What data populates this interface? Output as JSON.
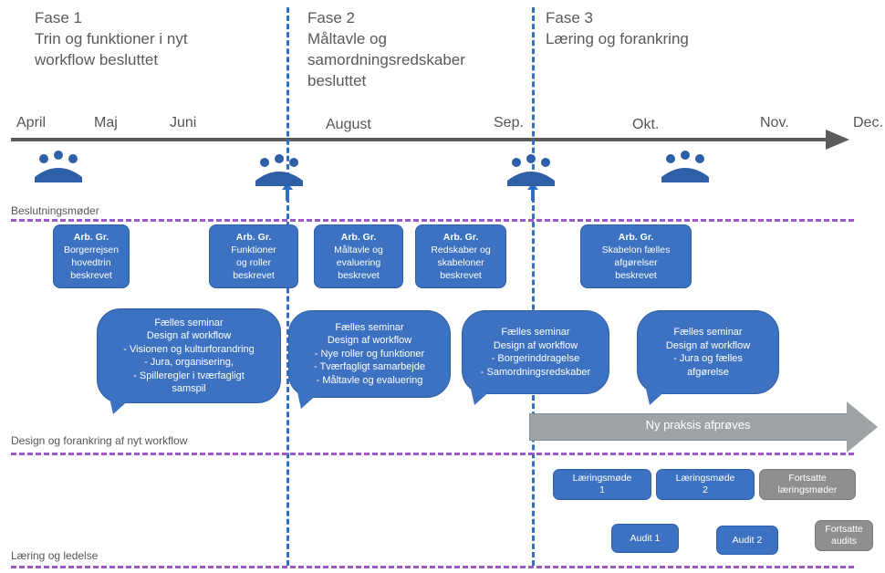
{
  "phases": [
    {
      "title": "Fase 1",
      "line1": "Trin og funktioner i nyt",
      "line2": "workflow besluttet",
      "line3": ""
    },
    {
      "title": "Fase 2",
      "line1": "Måltavle og",
      "line2": "samordningsredskaber",
      "line3": "besluttet"
    },
    {
      "title": "Fase 3",
      "line1": "Læring og forankring",
      "line2": "",
      "line3": ""
    }
  ],
  "months": [
    "April",
    "Maj",
    "Juni",
    "August",
    "Sep.",
    "Okt.",
    "Nov.",
    "Dec."
  ],
  "row_labels": {
    "beslutning": "Beslutningsmøder",
    "design": "Design og forankring af nyt workflow",
    "laering": "Læring og ledelse"
  },
  "icons": [
    "meeting-group-icon",
    "meeting-group-icon",
    "meeting-group-icon",
    "meeting-group-icon"
  ],
  "arb_boxes": [
    {
      "title": "Arb. Gr.",
      "lines": [
        "Borgerrejsen",
        "hovedtrin",
        "beskrevet"
      ]
    },
    {
      "title": "Arb. Gr.",
      "lines": [
        "Funktioner",
        "og roller",
        "beskrevet"
      ]
    },
    {
      "title": "Arb. Gr.",
      "lines": [
        "Måltavle og",
        "evaluering",
        "beskrevet"
      ]
    },
    {
      "title": "Arb. Gr.",
      "lines": [
        "Redskaber og",
        "skabeloner",
        "beskrevet"
      ]
    },
    {
      "title": "Arb. Gr.",
      "lines": [
        "Skabelon fælles",
        "afgørelser",
        "beskrevet"
      ]
    }
  ],
  "seminars": [
    {
      "lines": [
        "Fælles seminar",
        "Design af workflow",
        "- Visionen og kulturforandring",
        "- Jura, organisering,",
        "- Spilleregler i tværfagligt",
        "samspil"
      ]
    },
    {
      "lines": [
        "Fælles seminar",
        "Design af workflow",
        "- Nye roller og funktioner",
        "- Tværfagligt samarbejde",
        "- Måltavle og evaluering"
      ]
    },
    {
      "lines": [
        "Fælles seminar",
        "Design af workflow",
        "- Borgerinddragelse",
        "- Samordningsredskaber"
      ]
    },
    {
      "lines": [
        "Fælles seminar",
        "Design af workflow",
        "- Jura og fælles",
        "afgørelse"
      ]
    }
  ],
  "big_arrow": "Ny praksis afprøves",
  "learning": [
    {
      "line1": "Læringsmøde",
      "line2": "1"
    },
    {
      "line1": "Læringsmøde",
      "line2": "2"
    },
    {
      "line1": "Fortsatte",
      "line2": "læringsmøder"
    }
  ],
  "audits": [
    {
      "line1": "Audit 1",
      "line2": ""
    },
    {
      "line1": "Audit 2",
      "line2": ""
    },
    {
      "line1": "Fortsatte",
      "line2": "audits"
    }
  ],
  "colors": {
    "box_blue": "#3d72c2",
    "gray": "#8f8f8f",
    "divider_purple": "#9b59c8",
    "phase_line_blue": "#2f6fc4"
  }
}
